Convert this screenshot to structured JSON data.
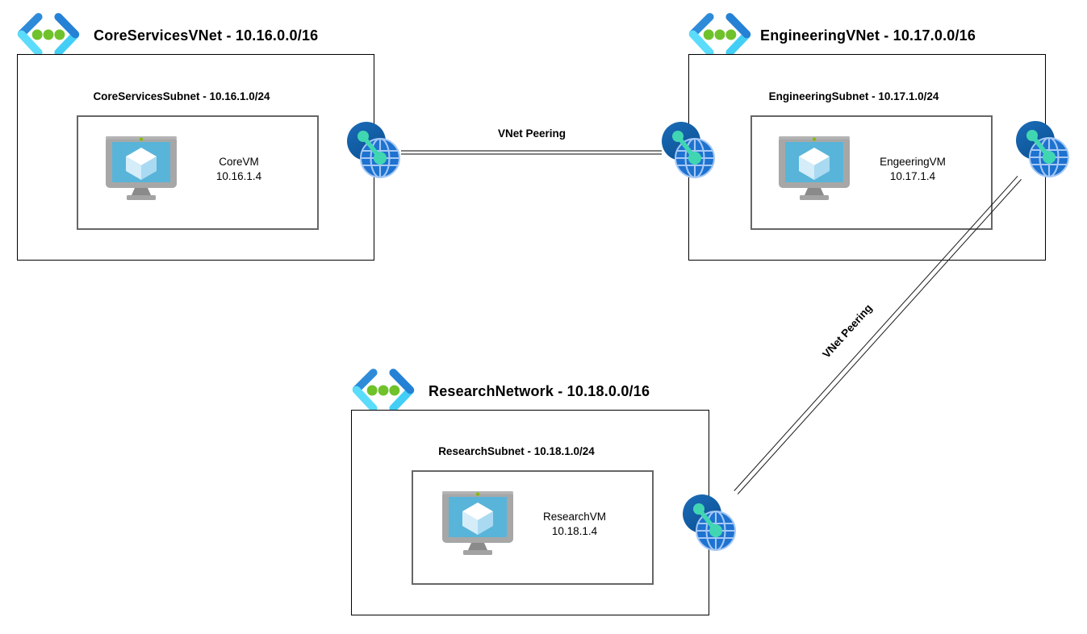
{
  "page": {
    "background": "#ffffff"
  },
  "diagram": {
    "type": "azure-vnet-peering-diagram",
    "vnets": [
      {
        "title": "CoreServicesVNet - 10.16.0.0/16",
        "subnet": "CoreServicesSubnet - 10.16.1.0/24",
        "vm": {
          "name": "CoreVM",
          "ip": "10.16.1.4"
        }
      },
      {
        "title": "EngineeringVNet - 10.17.0.0/16",
        "subnet": "EngineeringSubnet - 10.17.1.0/24",
        "vm": {
          "name": "EngeeringVM",
          "ip": "10.17.1.4"
        }
      },
      {
        "title": "ResearchNetwork - 10.18.0.0/16",
        "subnet": "ResearchSubnet - 10.18.1.0/24",
        "vm": {
          "name": "ResearchVM",
          "ip": "10.18.1.4"
        }
      }
    ],
    "connections": [
      {
        "label": "VNet Peering",
        "from": "CoreServicesVNet",
        "to": "EngineeringVNet",
        "style": "double-line",
        "orientation": "horizontal"
      },
      {
        "label": "VNet Peering",
        "from": "EngineeringVNet",
        "to": "ResearchNetwork",
        "style": "double-line",
        "orientation": "diagonal"
      }
    ],
    "icons": {
      "vnet": "azure-virtual-network-icon",
      "vm": "azure-virtual-machine-icon",
      "peering": "vnet-peering-globe-icon"
    },
    "colors": {
      "vnet_box_border": "#000000",
      "subnet_box_border": "#666666",
      "connector_horizontal": "#808080",
      "connector_diagonal": "#1a1a1a",
      "chevron_blue": "#2E8BD9",
      "chevron_cyan": "#55D9FA",
      "dot_green": "#6FC22B",
      "peer_back_circle": "#11599F",
      "peer_globe": "#1E72D0",
      "peer_grid": "#A5C8F5",
      "peer_teal": "#41D6B2",
      "vm_screen": "#59B4D9",
      "vm_frame": "#A7A7A7"
    }
  }
}
